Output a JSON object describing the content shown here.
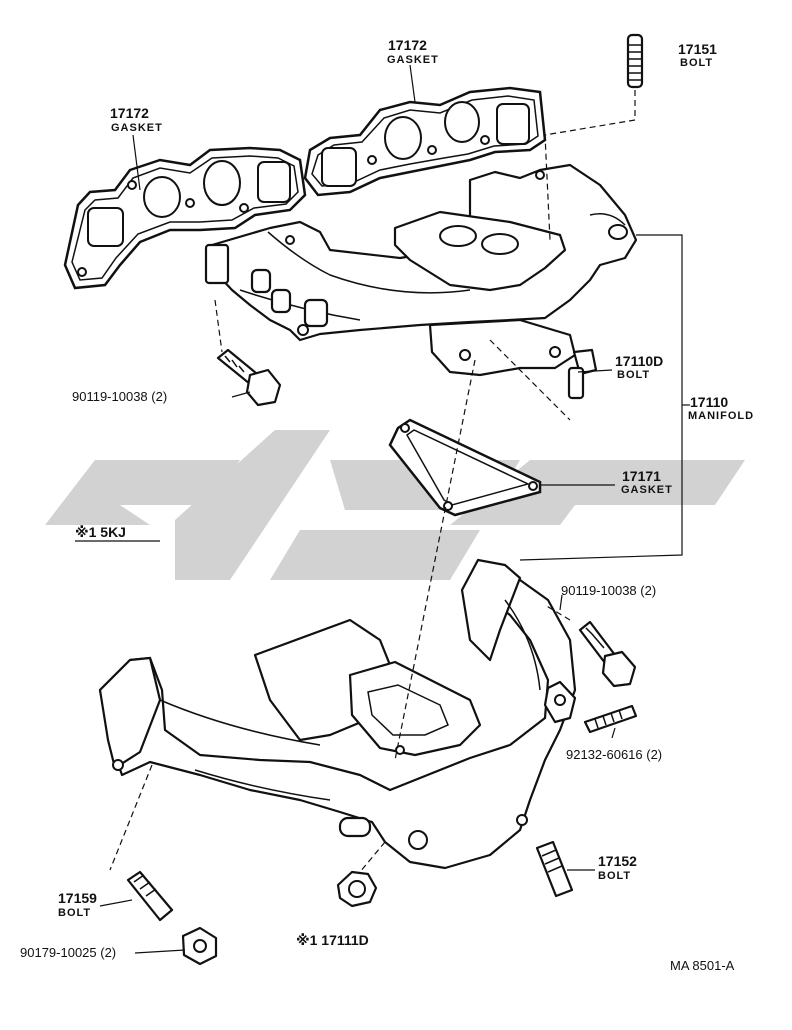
{
  "diagram": {
    "reference_code": "MA 8501-A",
    "variant_note": "※1 5KJ",
    "parts": {
      "gasket_left": {
        "number": "17172",
        "name": "GASKET"
      },
      "gasket_right": {
        "number": "17172",
        "name": "GASKET"
      },
      "stud_top": {
        "number": "17151",
        "name": "BOLT"
      },
      "bolt_intake": {
        "number": "17110D",
        "name": "BOLT"
      },
      "manifold": {
        "number": "17110",
        "name": "MANIFOLD"
      },
      "gasket_flange": {
        "number": "17171",
        "name": "GASKET"
      },
      "bolt_left_code": "90119-10038 (2)",
      "bolt_right_code": "90119-10038 (2)",
      "stud_right_code": "92132-60616 (2)",
      "stud_bottom_right": {
        "number": "17152",
        "name": "BOLT"
      },
      "stud_bottom_left": {
        "number": "17159",
        "name": "BOLT"
      },
      "nut_code": "90179-10025 (2)",
      "plug": "※1 17111D"
    }
  }
}
